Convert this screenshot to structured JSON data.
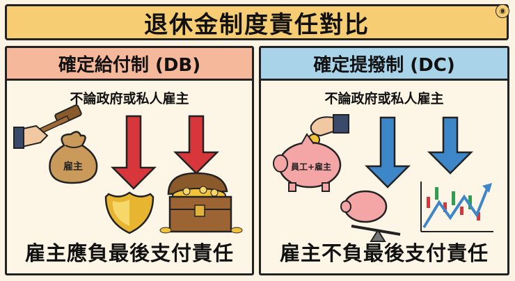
{
  "title": "退休金制度責任對比",
  "badge": "⑧",
  "left": {
    "header": "確定給付制 (DB)",
    "subtitle": "不論政府或私人雇主",
    "bag_label": "雇主",
    "footer": "雇主應負最後支付責任",
    "arrow_color": "#d7373a",
    "icons": [
      "gavel-icon",
      "money-bag-icon",
      "shield-icon",
      "treasure-chest-icon",
      "arrow-down-icon"
    ]
  },
  "right": {
    "header": "確定提撥制 (DC)",
    "subtitle": "不論政府或私人雇主",
    "pig_label": "員工+雇主",
    "footer": "雇主不負最後支付責任",
    "arrow_color": "#3d86c8",
    "icons": [
      "coin-hand-icon",
      "piggy-bank-icon",
      "seesaw-piggy-icon",
      "stock-chart-icon",
      "arrow-down-icon"
    ]
  },
  "colors": {
    "title_bg": "#f7cd74",
    "left_header_bg": "#f5b89a",
    "right_header_bg": "#a9d3e9",
    "background": "#fbf4e4"
  }
}
